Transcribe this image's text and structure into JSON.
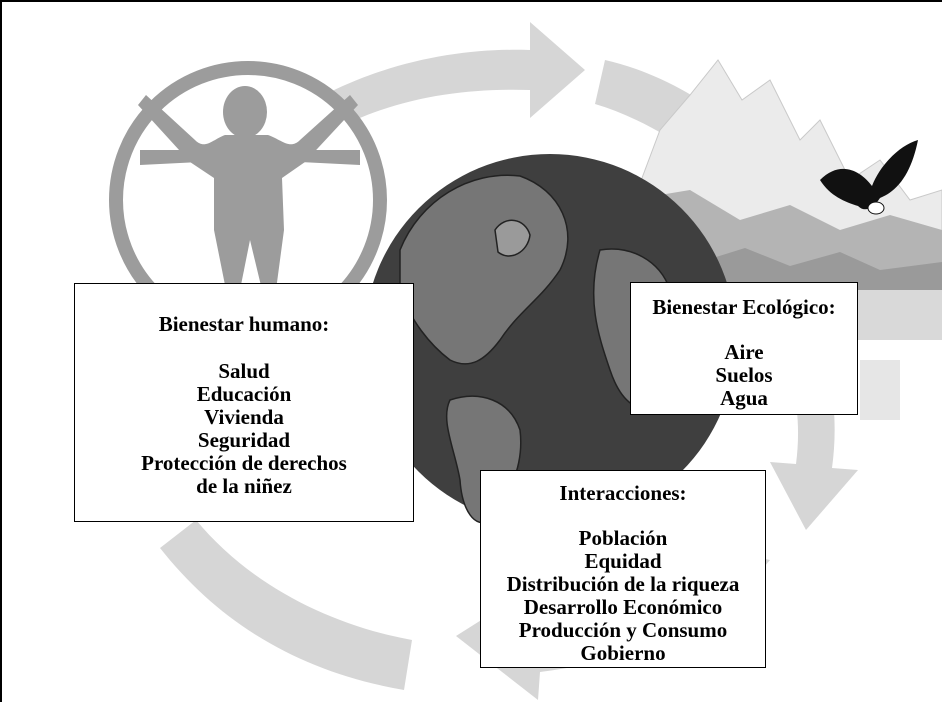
{
  "diagram": {
    "colors": {
      "cycle_arrow": "#d6d6d6",
      "human_figure": "#9c9c9c",
      "globe_ocean": "#3f3f3f",
      "globe_land": "#767676",
      "mountains_far": "#e2e2e2",
      "mountains_near": "#aaaaaa",
      "eagle": "#111111"
    },
    "icons": [
      "vitruvian-human-figure",
      "earth-globe",
      "mountain-landscape",
      "eagle-icon",
      "cycle-arrow"
    ],
    "human_wellbeing": {
      "title": "Bienestar humano:",
      "items": [
        "Salud",
        "Educación",
        "Vivienda",
        "Seguridad",
        "Protección de derechos",
        "de la niñez"
      ]
    },
    "ecological_wellbeing": {
      "title": "Bienestar Ecológico:",
      "items": [
        "Aire",
        "Suelos",
        "Agua"
      ]
    },
    "interactions": {
      "title": "Interacciones:",
      "items": [
        "Población",
        "Equidad",
        "Distribución de la riqueza",
        "Desarrollo Económico",
        "Producción y Consumo",
        "Gobierno"
      ]
    }
  }
}
